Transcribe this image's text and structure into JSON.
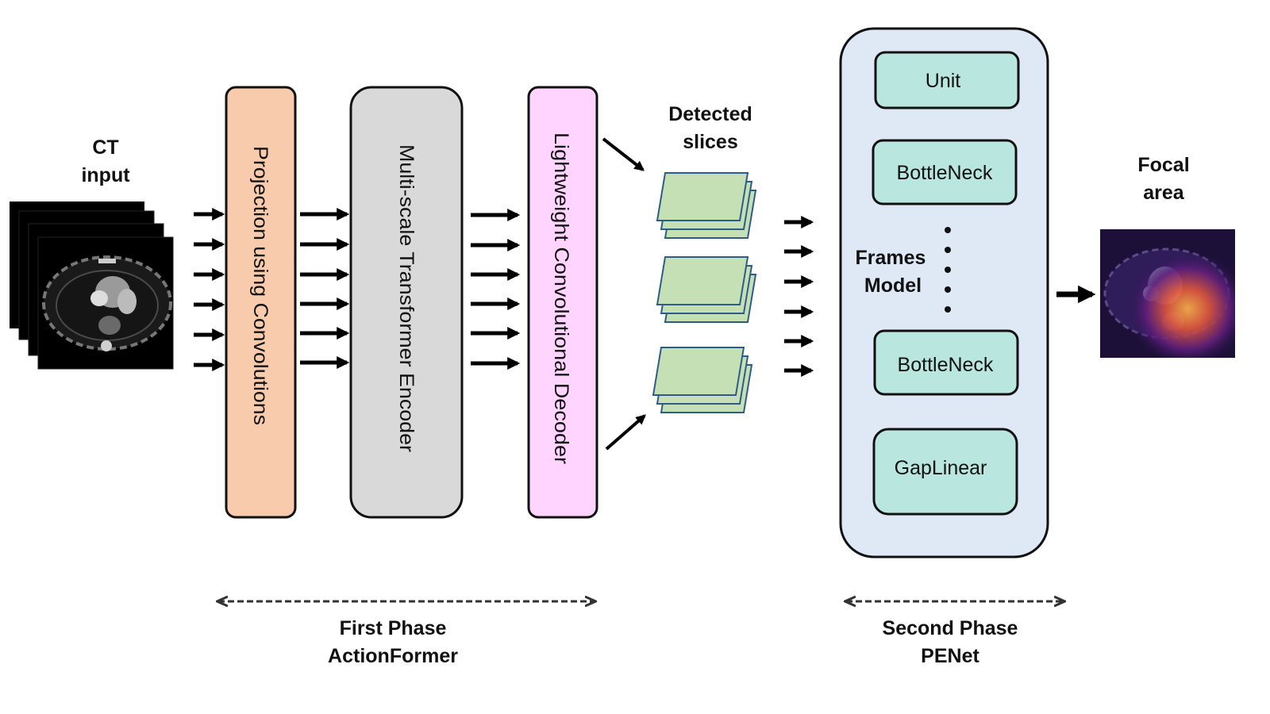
{
  "input": {
    "line1": "CT",
    "line2": "input"
  },
  "blocks": {
    "projection": {
      "label": "Projection using Convolutions",
      "color": "#f8cbad"
    },
    "encoder": {
      "label": "Multi-scale Transformer Encoder",
      "color": "#d9d9d9"
    },
    "decoder": {
      "label": "Lightweight Convolutional Decoder",
      "color": "#ffd5ff"
    }
  },
  "detected": {
    "line1": "Detected",
    "line2": "slices",
    "color": "#c5e0b4"
  },
  "frames_model": {
    "line1": "Frames",
    "line2": "Model",
    "background": "#dee9f5",
    "block_color": "#b9e6df",
    "blocks": [
      "Unit",
      "BottleNeck",
      "BottleNeck",
      "GapLinear"
    ]
  },
  "output": {
    "line1": "Focal",
    "line2": "area"
  },
  "phases": {
    "first": {
      "line1": "First Phase",
      "line2": "ActionFormer"
    },
    "second": {
      "line1": "Second Phase",
      "line2": "PENet"
    }
  }
}
